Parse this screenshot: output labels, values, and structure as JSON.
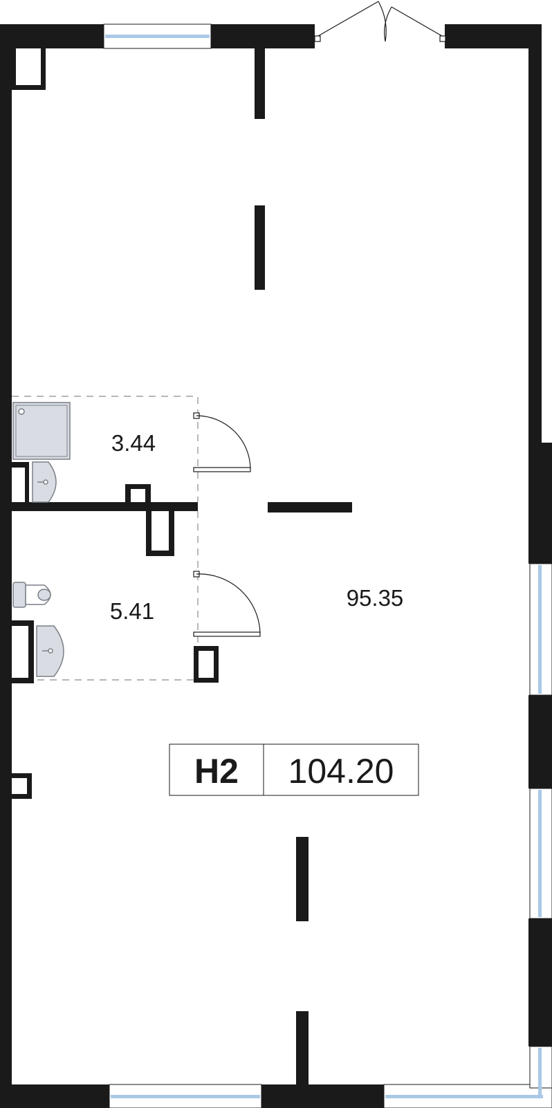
{
  "rooms": {
    "shower_room": {
      "area": "3.44"
    },
    "toilet_room": {
      "area": "5.41"
    },
    "main_room": {
      "area": "95.35"
    }
  },
  "unit": {
    "code": "Н2",
    "total_area": "104.20"
  },
  "colors": {
    "wall": "#1a1a1a",
    "window_glass": "#a9c9e6",
    "fixture": "#d9dde3"
  }
}
